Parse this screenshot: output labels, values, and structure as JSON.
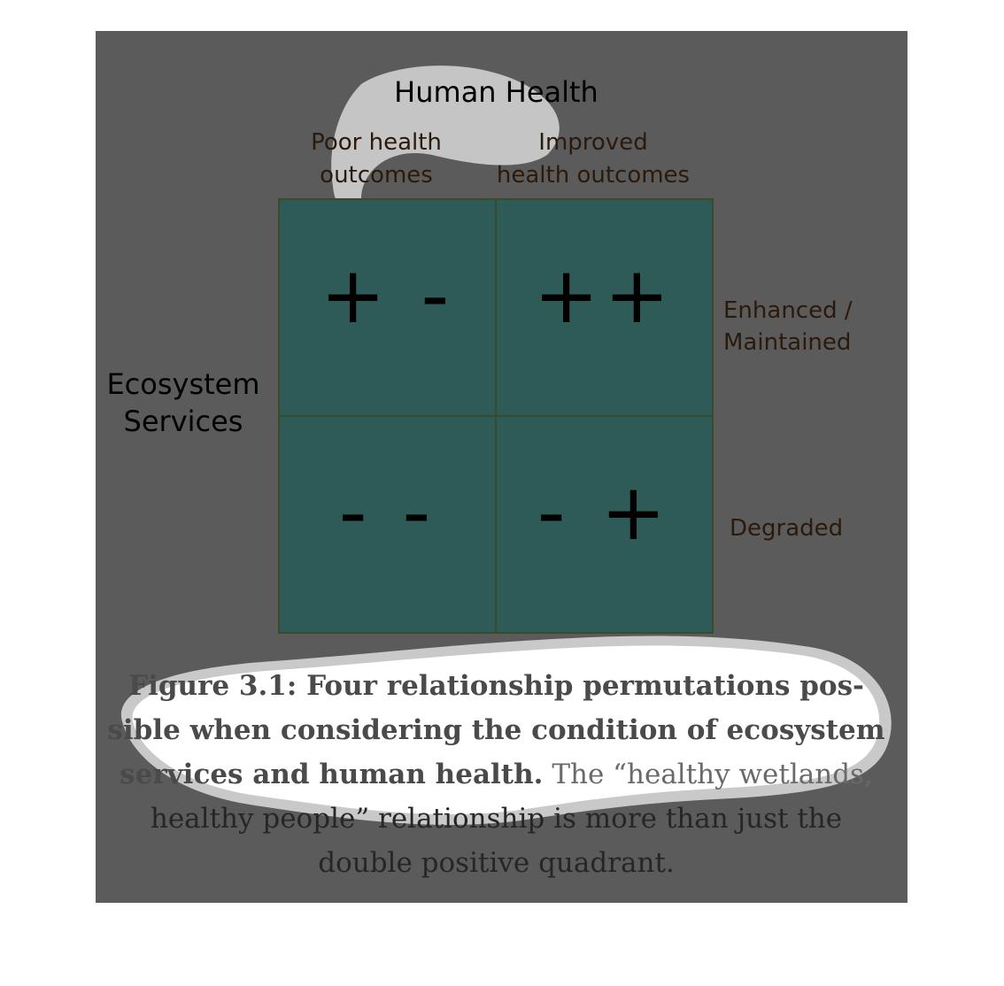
{
  "diagram": {
    "title": "Human Health",
    "columns": [
      {
        "line1": "Poor health",
        "line2": "outcomes"
      },
      {
        "line1": "Improved",
        "line2": "health outcomes"
      }
    ],
    "rows": [
      {
        "line1": "Enhanced /",
        "line2": "Maintained"
      },
      {
        "line1": "Degraded"
      }
    ],
    "left_axis": {
      "line1": "Ecosystem",
      "line2": "Services"
    },
    "quadrants": {
      "top_left": "+ -",
      "top_right": "++",
      "bottom_left": "- -",
      "bottom_right": "- +"
    },
    "colors": {
      "panel": "#5b5b5b",
      "quadrant_fill": "#2e5a58",
      "grid_line": "#3a4a2a"
    }
  },
  "caption": {
    "line1_bold": "Figure 3.1: Four relationship permutations pos-",
    "line2_bold": "sible when considering the condition of ecosystem",
    "line3_bold": "services and human health.",
    "line3_normal": " The “healthy wetlands,",
    "line4": "healthy people” relationship is more than just the",
    "line5": "double positive quadrant."
  }
}
